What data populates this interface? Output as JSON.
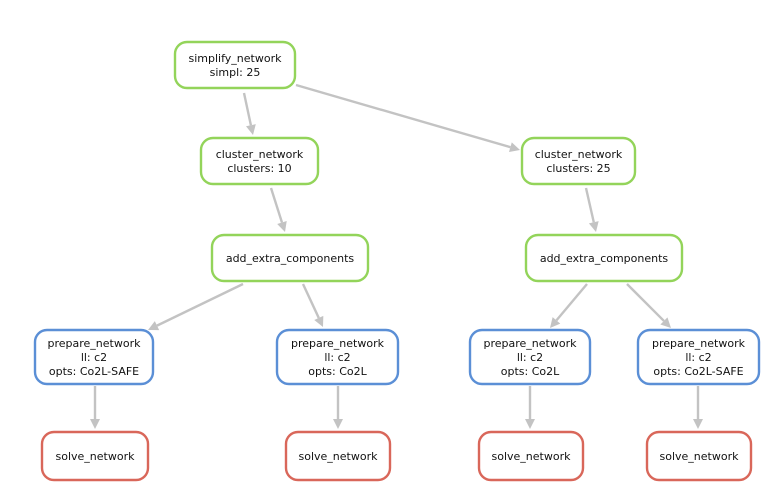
{
  "colors": {
    "edge": "#c3c3c3",
    "simplify_network": "#93d45a",
    "cluster_network": "#93d45a",
    "add_extra_components": "#93d45a",
    "prepare_network": "#5b8fd6",
    "solve_network": "#d9675a"
  },
  "nodes": [
    {
      "id": "simplify",
      "rule": "simplify_network",
      "lines": [
        "simplify_network",
        "simpl: 25"
      ]
    },
    {
      "id": "cluster10",
      "rule": "cluster_network",
      "lines": [
        "cluster_network",
        "clusters: 10"
      ]
    },
    {
      "id": "cluster25",
      "rule": "cluster_network",
      "lines": [
        "cluster_network",
        "clusters: 25"
      ]
    },
    {
      "id": "extra10",
      "rule": "add_extra_components",
      "lines": [
        "add_extra_components"
      ]
    },
    {
      "id": "extra25",
      "rule": "add_extra_components",
      "lines": [
        "add_extra_components"
      ]
    },
    {
      "id": "prep1",
      "rule": "prepare_network",
      "lines": [
        "prepare_network",
        "ll: c2",
        "opts: Co2L-SAFE"
      ]
    },
    {
      "id": "prep2",
      "rule": "prepare_network",
      "lines": [
        "prepare_network",
        "ll: c2",
        "opts: Co2L"
      ]
    },
    {
      "id": "prep3",
      "rule": "prepare_network",
      "lines": [
        "prepare_network",
        "ll: c2",
        "opts: Co2L"
      ]
    },
    {
      "id": "prep4",
      "rule": "prepare_network",
      "lines": [
        "prepare_network",
        "ll: c2",
        "opts: Co2L-SAFE"
      ]
    },
    {
      "id": "solve1",
      "rule": "solve_network",
      "lines": [
        "solve_network"
      ]
    },
    {
      "id": "solve2",
      "rule": "solve_network",
      "lines": [
        "solve_network"
      ]
    },
    {
      "id": "solve3",
      "rule": "solve_network",
      "lines": [
        "solve_network"
      ]
    },
    {
      "id": "solve4",
      "rule": "solve_network",
      "lines": [
        "solve_network"
      ]
    }
  ],
  "edges": [
    {
      "from": "simplify",
      "to": "cluster10"
    },
    {
      "from": "simplify",
      "to": "cluster25"
    },
    {
      "from": "cluster10",
      "to": "extra10"
    },
    {
      "from": "cluster25",
      "to": "extra25"
    },
    {
      "from": "extra10",
      "to": "prep1"
    },
    {
      "from": "extra10",
      "to": "prep2"
    },
    {
      "from": "extra25",
      "to": "prep3"
    },
    {
      "from": "extra25",
      "to": "prep4"
    },
    {
      "from": "prep1",
      "to": "solve1"
    },
    {
      "from": "prep2",
      "to": "solve2"
    },
    {
      "from": "prep3",
      "to": "solve3"
    },
    {
      "from": "prep4",
      "to": "solve4"
    }
  ]
}
